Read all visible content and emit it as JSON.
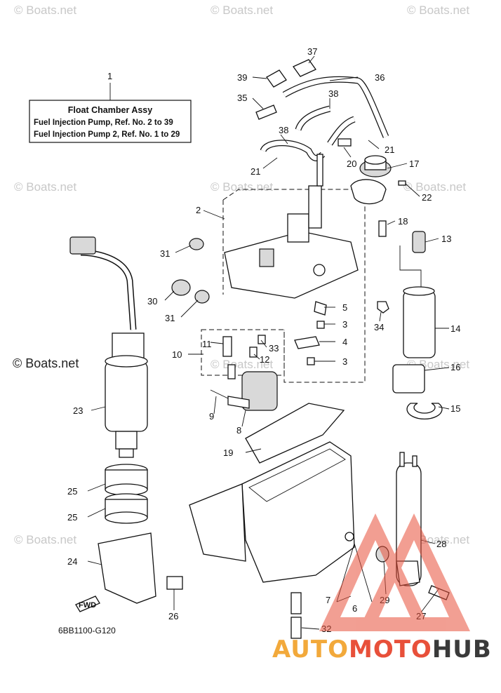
{
  "watermark": "© Boats.net",
  "legend": {
    "title": "Float Chamber Assy",
    "line1": "Fuel Injection Pump,   Ref. No.  2  to  39",
    "line2": "Fuel Injection Pump 2,  Ref. No.  1  to  29"
  },
  "callouts": [
    "1",
    "2",
    "3",
    "3",
    "4",
    "5",
    "6",
    "7",
    "8",
    "9",
    "10",
    "11",
    "12",
    "13",
    "14",
    "15",
    "16",
    "17",
    "18",
    "19",
    "20",
    "21",
    "21",
    "22",
    "23",
    "24",
    "25",
    "25",
    "26",
    "27",
    "28",
    "29",
    "30",
    "31",
    "31",
    "32",
    "33",
    "34",
    "35",
    "36",
    "37",
    "38",
    "38",
    "39"
  ],
  "fwd_label": "FWD",
  "diagram_code": "6BB1100-G120",
  "brand": {
    "part1": "AUTO",
    "part2": "MOTO",
    "part3": "HUB",
    "color1": "#f2a93b",
    "color2": "#e8503a",
    "color3": "#3a3a3a",
    "logo_color": "#e8503a"
  }
}
